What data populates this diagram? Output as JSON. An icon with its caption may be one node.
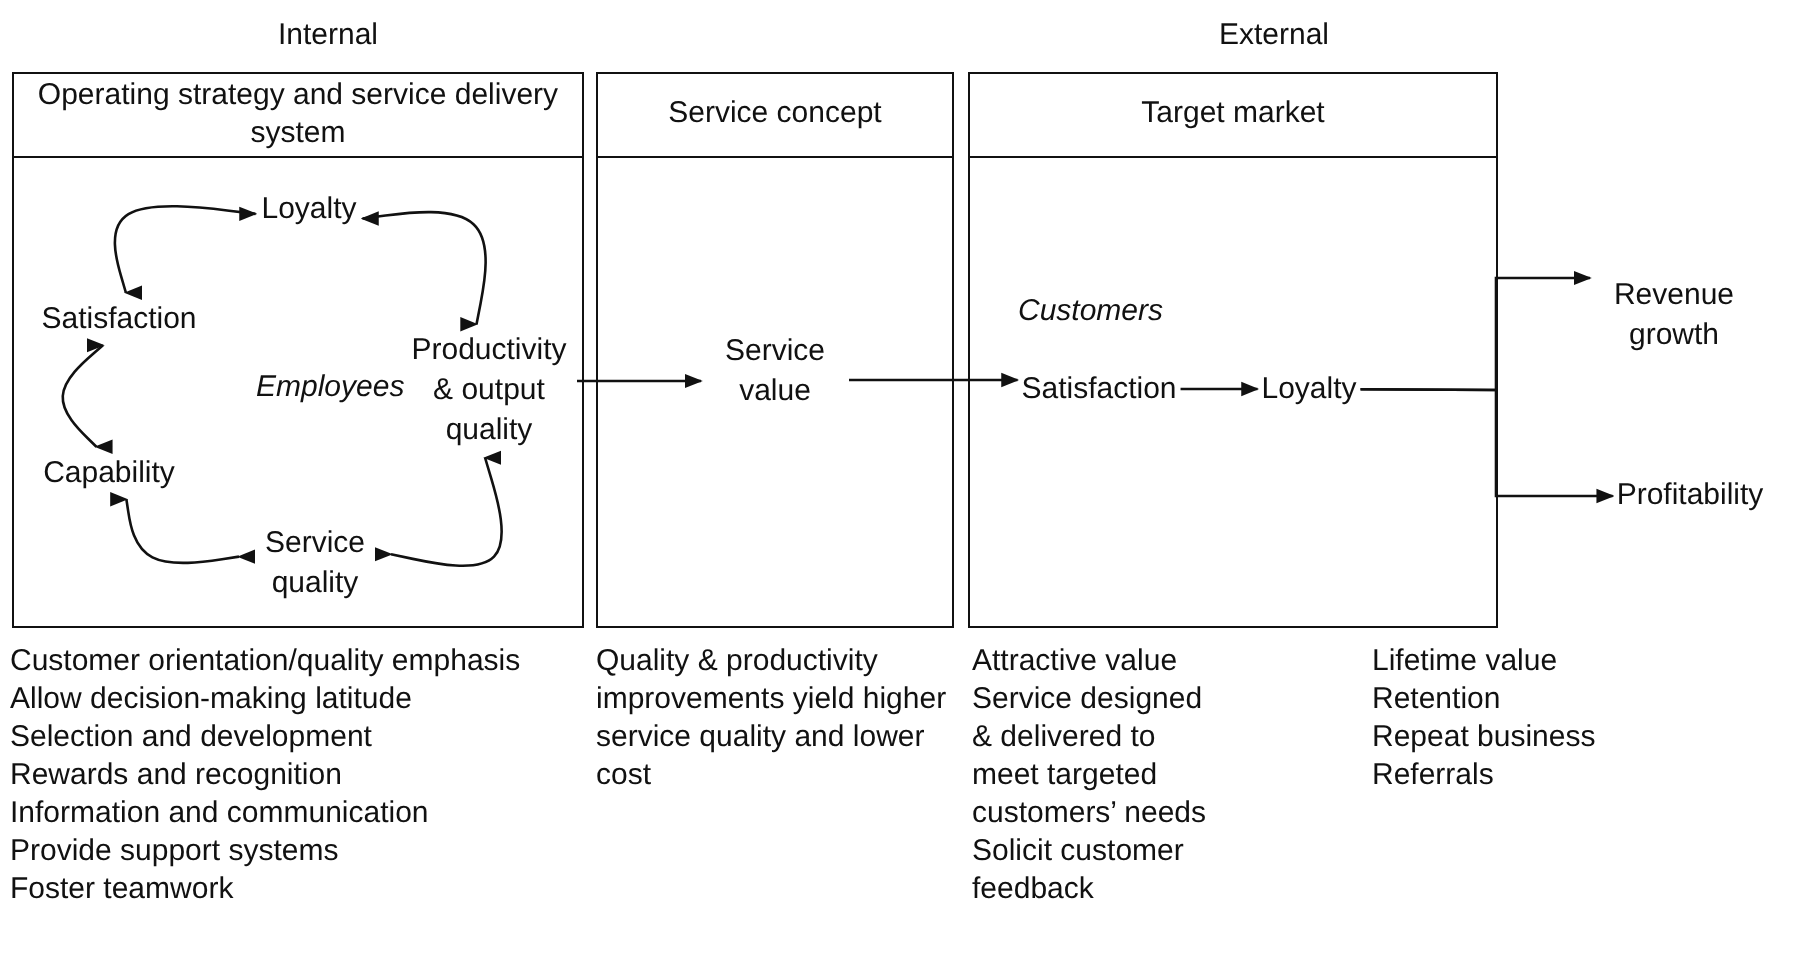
{
  "diagram": {
    "nodes": [
      {
        "text": [
          "Operating strategy and service delivery system"
        ]
      },
      {
        "text": [
          "Loyalty"
        ],
        "in": 0
      },
      {
        "text": [
          "Satisfaction"
        ],
        "in": 0
      },
      {
        "text": [
          "Productivity & output quality"
        ],
        "in": 0
      },
      {
        "text": [
          "Capability"
        ],
        "in": 0
      },
      {
        "text": [
          "Service quality"
        ],
        "in": 0
      },
      {
        "text": [
          "Service concept"
        ]
      },
      {
        "text": [
          "Service value"
        ],
        "in": 6
      },
      {
        "text": [
          "Target market"
        ]
      },
      {
        "text": [
          "Satisfaction"
        ],
        "in": 8
      },
      {
        "text": [
          "Loyalty"
        ],
        "in": 8
      },
      {
        "text": [
          "Revenue growth"
        ]
      },
      {
        "text": [
          "Profitability"
        ]
      }
    ],
    "edges": [
      {
        "from": 2,
        "to": 1,
        "arrow": "both"
      },
      {
        "from": 1,
        "to": 3,
        "arrow": "both"
      },
      {
        "from": 3,
        "to": 5,
        "arrow": "both"
      },
      {
        "from": 5,
        "to": 4,
        "arrow": "both"
      },
      {
        "from": 4,
        "to": 2,
        "arrow": "both"
      },
      {
        "from": 3,
        "to": 7,
        "arrow": "to"
      },
      {
        "from": 7,
        "to": 9,
        "arrow": "to"
      },
      {
        "from": 9,
        "to": 10,
        "arrow": "to"
      },
      {
        "from": 10,
        "to": 11,
        "arrow": "to"
      },
      {
        "from": 10,
        "to": 12,
        "arrow": "to"
      }
    ],
    "labels": [
      "Internal",
      "External",
      "Employees",
      "Customers",
      "Customer orientation/quality emphasis",
      "Allow decision-making latitude",
      "Selection and development",
      "Rewards and recognition",
      "Information and communication",
      "Provide support systems",
      "Foster teamwork",
      "Quality & productivity improvements yield higher service quality and lower cost",
      "Attractive value",
      "Service designed & delivered to meet targeted customers’ needs",
      "Solicit customer feedback",
      "Lifetime value",
      "Retention",
      "Repeat business",
      "Referrals"
    ]
  }
}
